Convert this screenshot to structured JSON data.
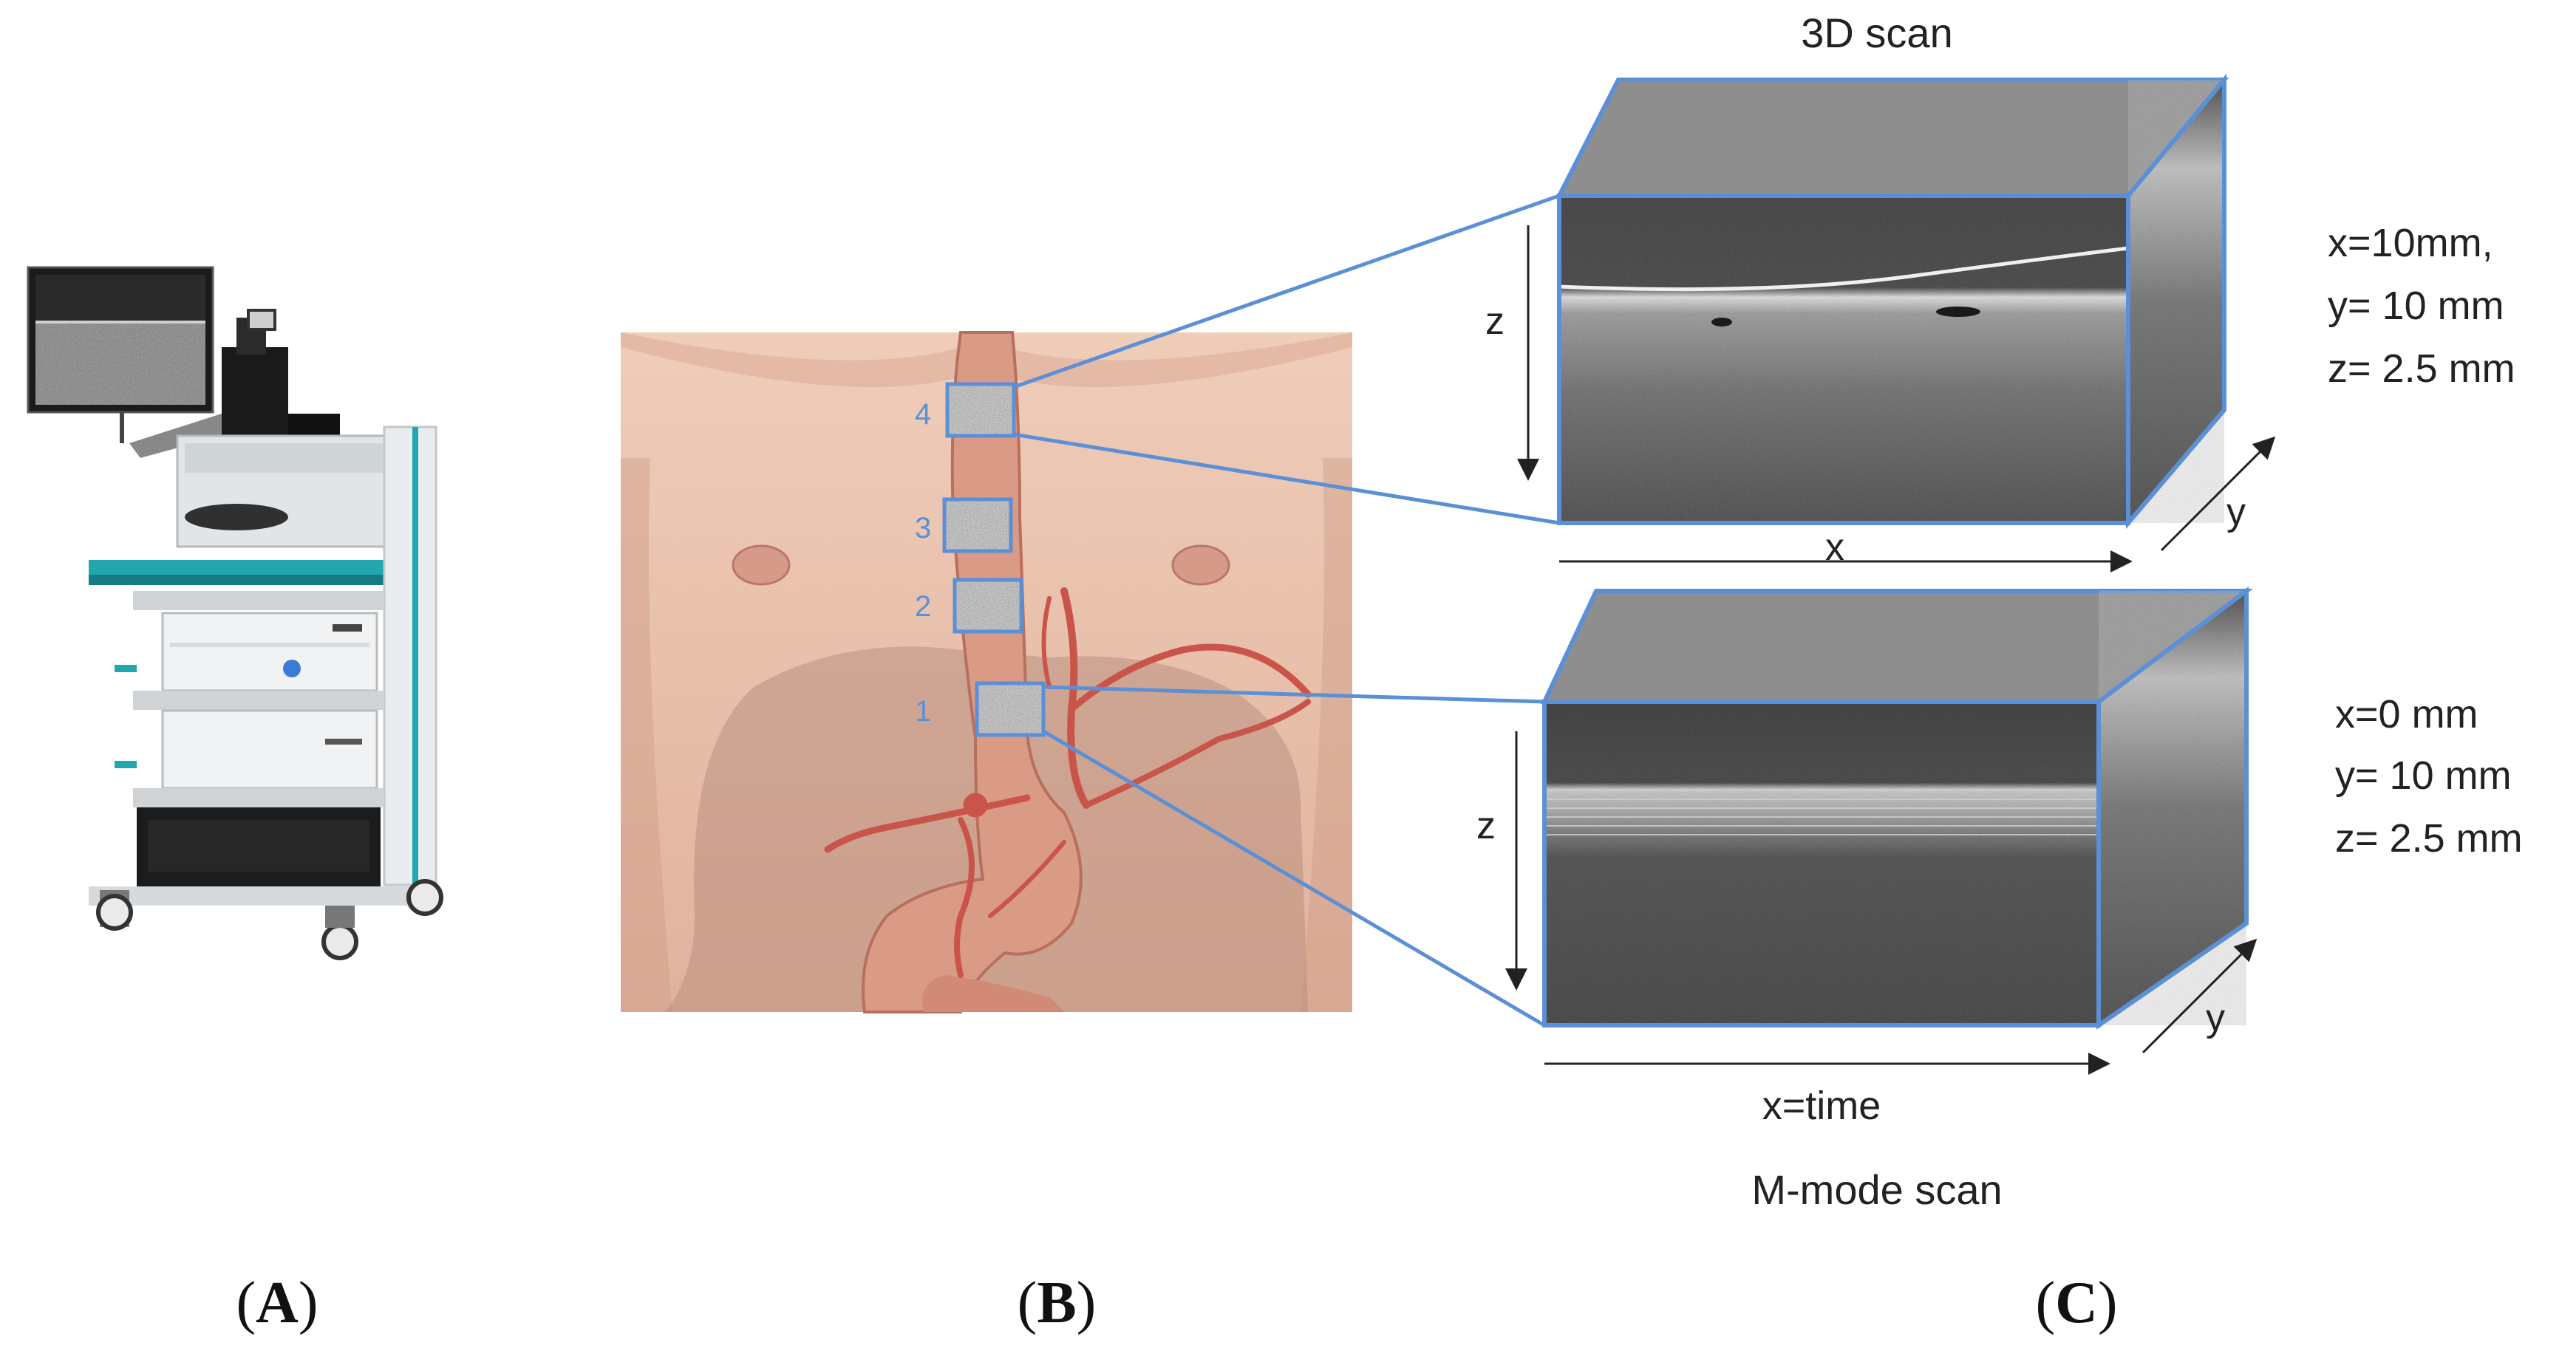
{
  "panel_labels": {
    "a": "A",
    "b": "B",
    "c": "C"
  },
  "scan_3d": {
    "title": "3D scan",
    "axis_z": "z",
    "axis_x": "x",
    "axis_y": "y",
    "dims": [
      "x=10mm,",
      "y= 10 mm",
      "z= 2.5 mm"
    ]
  },
  "scan_mmode": {
    "title": "M-mode scan",
    "axis_z": "z",
    "axis_x": "x=time",
    "axis_y": "y",
    "dims": [
      "x=0 mm",
      "y= 10 mm",
      "z= 2.5 mm"
    ]
  },
  "locations": [
    "1",
    "2",
    "3",
    "4"
  ],
  "colors": {
    "frame_blue": "#5b8fd6",
    "location_text": "#5b8fd6",
    "box_top": "#8e8e8e",
    "skin": "#e8c2ae",
    "stomach": "#d99a86",
    "artery": "#c9544a",
    "cart_teal": "#22a6b0"
  }
}
